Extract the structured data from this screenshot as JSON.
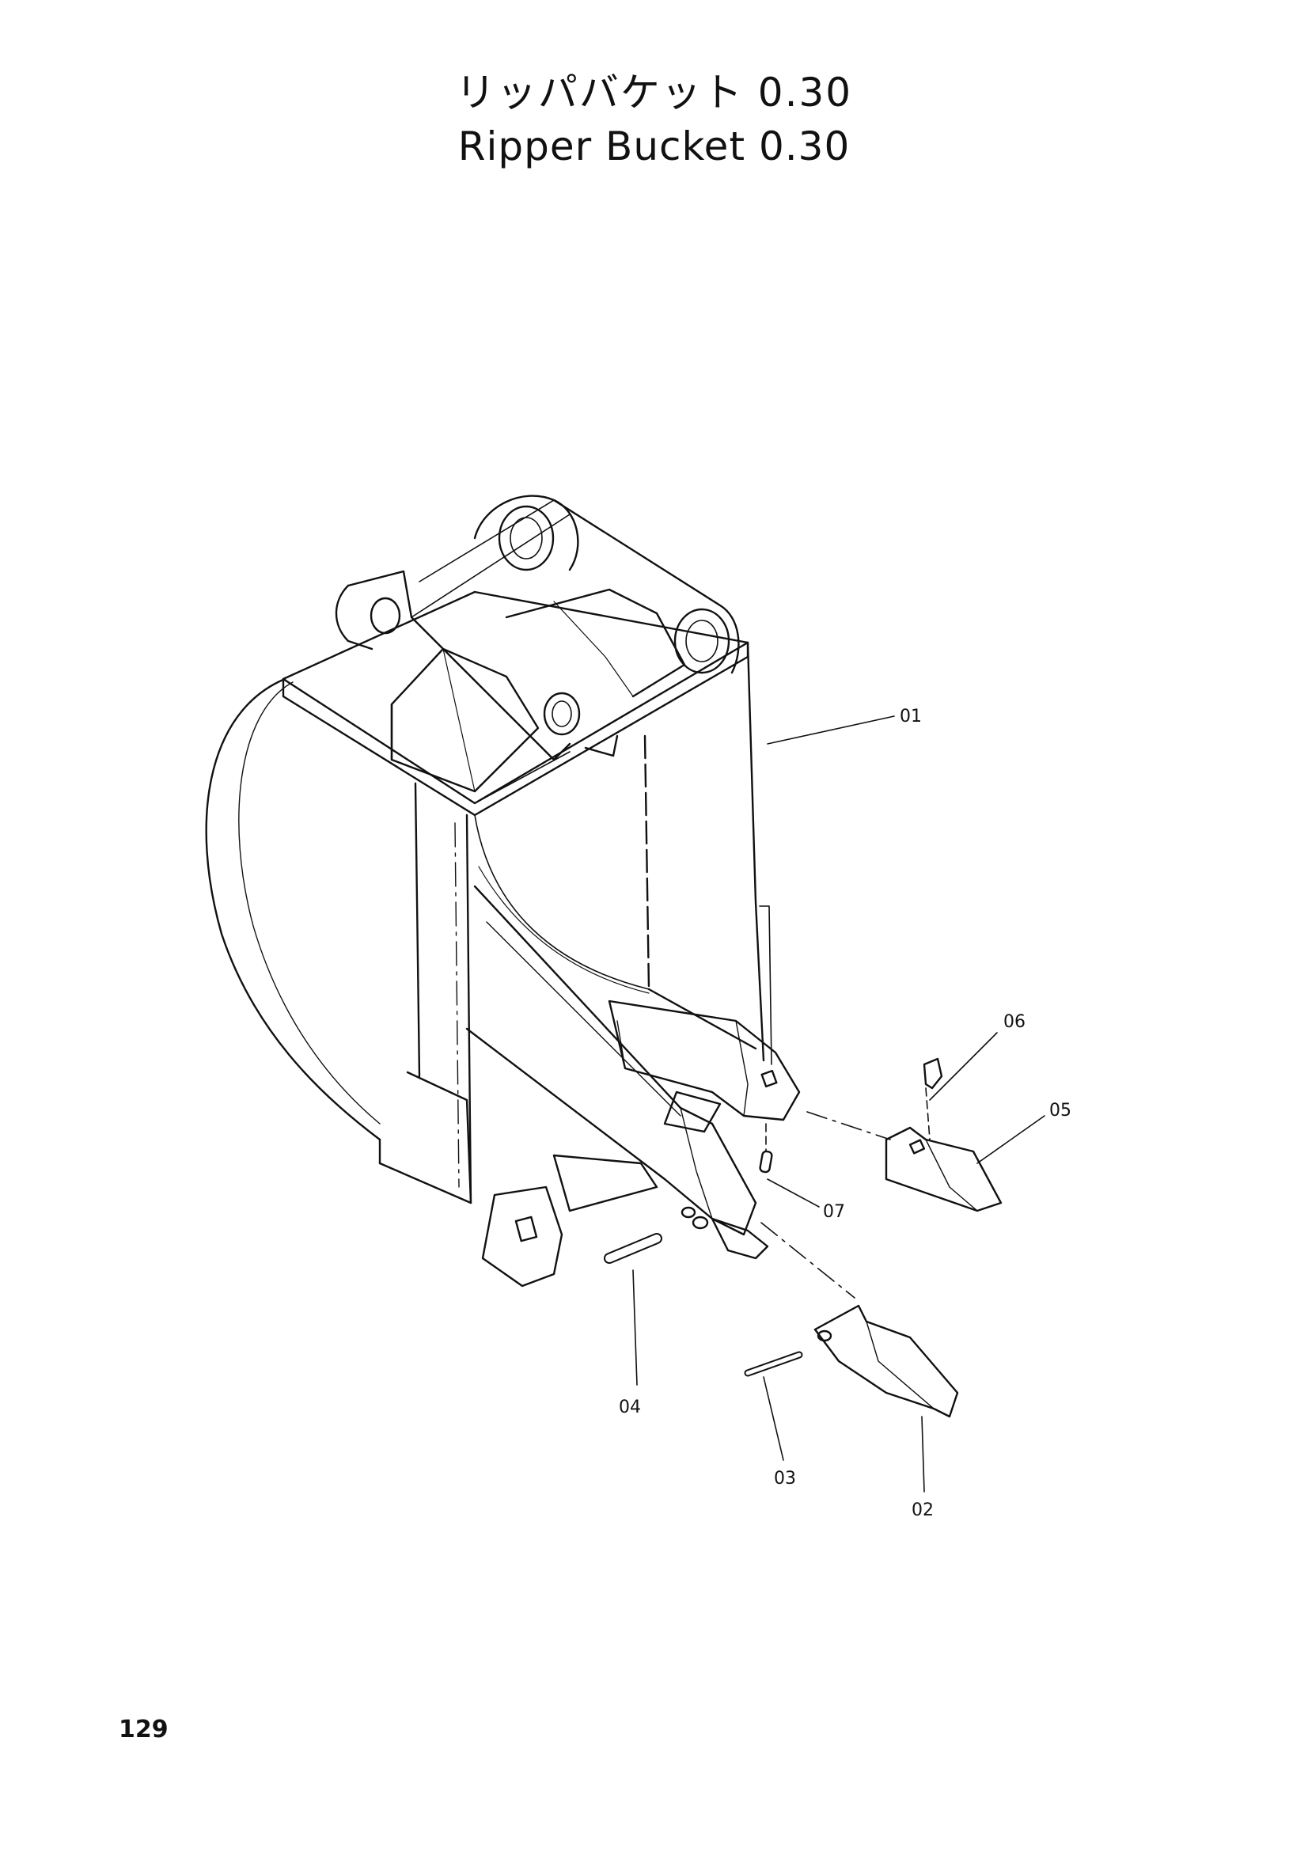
{
  "title": {
    "japanese": "リッパバケット 0.30",
    "english": "Ripper  Bucket 0.30"
  },
  "callouts": {
    "p01": "01",
    "p02": "02",
    "p03": "03",
    "p04": "04",
    "p05": "05",
    "p06": "06",
    "p07": "07"
  },
  "page_number": "129"
}
